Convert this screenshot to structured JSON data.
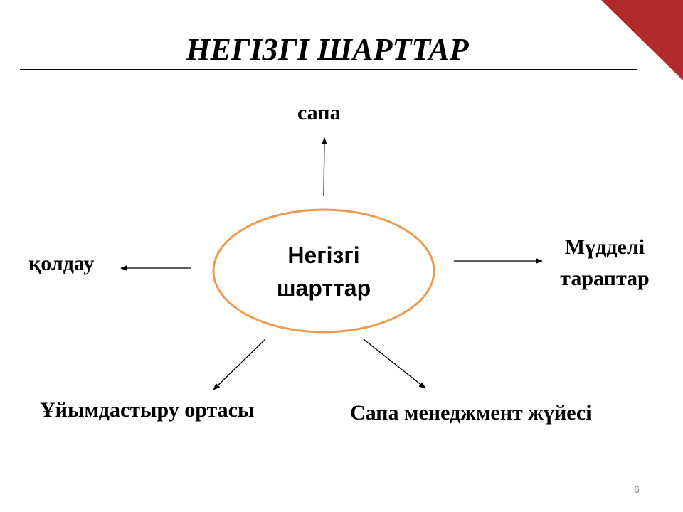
{
  "title": "НЕГІЗГІ ШАРТТАР",
  "center_node": {
    "line1": "Негізгі",
    "line2": "шарттар"
  },
  "nodes": {
    "top": "сапа",
    "left": "қолдау",
    "right_line1": "Мүдделі",
    "right_line2": "тараптар",
    "bottom_left": "Ұйымдастыру ортасы",
    "bottom_right": "Сапа менеджмент жүйесі"
  },
  "page_number": "6",
  "colors": {
    "accent": "#B22A2A",
    "ellipse": "#EE9A4D"
  }
}
